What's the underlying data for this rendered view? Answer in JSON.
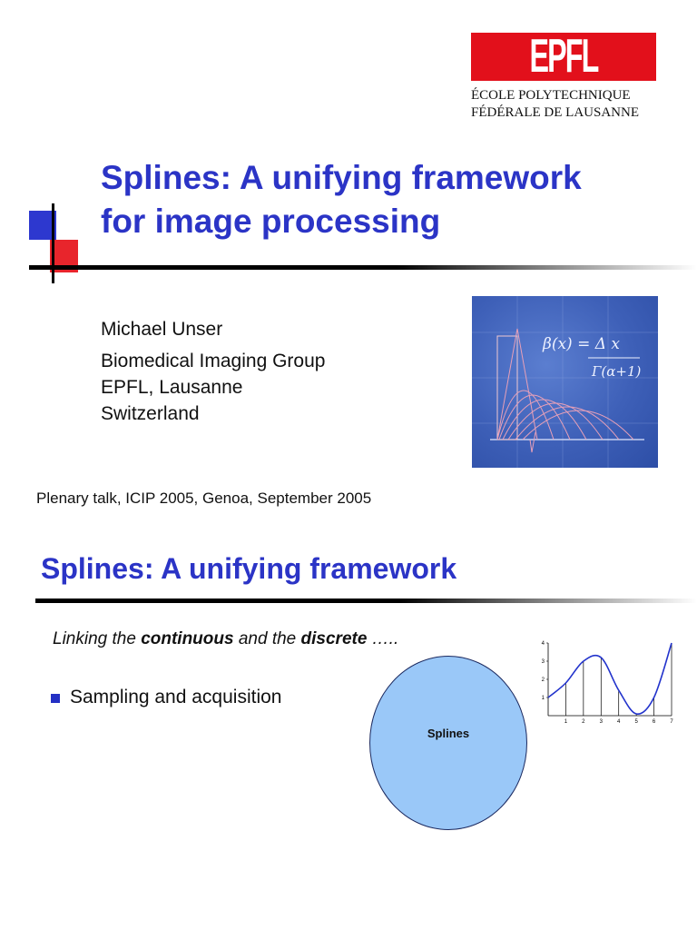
{
  "logo": {
    "wordmark": "EPFL",
    "school_name": "ÉCOLE POLYTECHNIQUE\nFÉDÉRALE DE LAUSANNE",
    "color": "#e2101b"
  },
  "slide1": {
    "title": "Splines: A unifying framework\nfor image processing",
    "author": "Michael Unser",
    "affiliation": "Biomedical Imaging Group\nEPFL, Lausanne\nSwitzerland",
    "photo_formula_lettering": "β^α_+(x) = Δ^{α+1}_+ x^α_+ / Γ(α+1)",
    "footer": "Plenary talk, ICIP 2005, Genoa, September 2005",
    "accent_color": "#2b34c6"
  },
  "slide2": {
    "title": "Splines: A unifying framework",
    "linking_pre": "Linking the ",
    "linking_bold1": "continuous",
    "linking_mid": " and the ",
    "linking_bold2": "discrete",
    "linking_post": " …..",
    "bullet": "Sampling and acquisition",
    "circle_label": "Splines",
    "circle_color": "#9ac8f8"
  },
  "chart_data": {
    "type": "line",
    "x_ticks": [
      "1",
      "2",
      "3",
      "4",
      "5",
      "6",
      "7"
    ],
    "y_ticks": [
      "1",
      "2",
      "3",
      "4"
    ],
    "xlim": [
      0,
      7
    ],
    "ylim": [
      0,
      4
    ],
    "samples": [
      {
        "x": 1,
        "y": 1.8
      },
      {
        "x": 2,
        "y": 3.0
      },
      {
        "x": 3,
        "y": 3.2
      },
      {
        "x": 4,
        "y": 1.4
      },
      {
        "x": 5,
        "y": 0.1
      },
      {
        "x": 6,
        "y": 1.0
      },
      {
        "x": 7,
        "y": 4.0
      }
    ],
    "curve_color": "#2233cc"
  }
}
